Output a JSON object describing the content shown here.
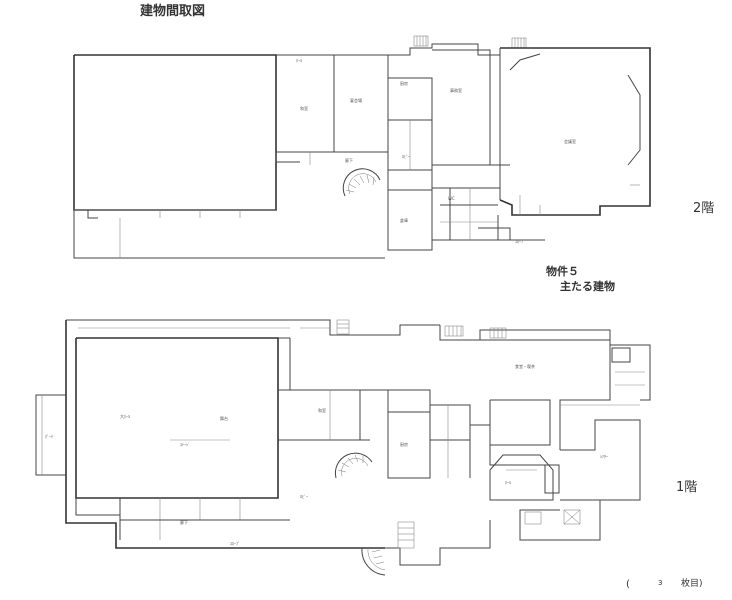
{
  "title": "建物間取図",
  "floor2_label": "2階",
  "floor1_label": "1階",
  "property_label": "物件５",
  "building_label": "主たる建物",
  "page_marker": {
    "open": "(",
    "number": "3",
    "unit": "枚目)",
    "close": ")"
  }
}
